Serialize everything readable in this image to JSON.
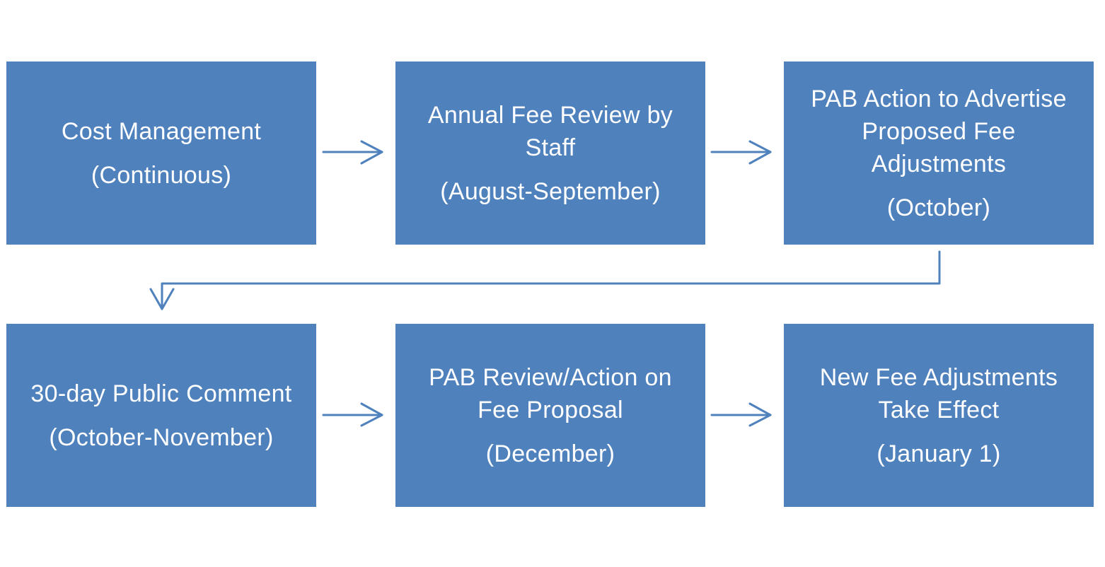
{
  "colors": {
    "box_fill": "#4f81bd",
    "box_text": "#ffffff",
    "arrow": "#4f81bd",
    "background": "#ffffff"
  },
  "steps": [
    {
      "title": "Cost Management",
      "period": "(Continuous)"
    },
    {
      "title": "Annual Fee Review by Staff",
      "period": "(August-September)"
    },
    {
      "title": "PAB Action to Advertise Proposed Fee Adjustments",
      "period": "(October)"
    },
    {
      "title": "30-day Public Comment",
      "period": "(October-November)"
    },
    {
      "title": "PAB Review/Action on Fee Proposal",
      "period": "(December)"
    },
    {
      "title": "New Fee Adjustments Take Effect",
      "period": "(January 1)"
    }
  ],
  "connectors": [
    {
      "from": "Cost Management",
      "to": "Annual Fee Review by Staff"
    },
    {
      "from": "Annual Fee Review by Staff",
      "to": "PAB Action to Advertise Proposed Fee Adjustments"
    },
    {
      "from": "PAB Action to Advertise Proposed Fee Adjustments",
      "to": "30-day Public Comment"
    },
    {
      "from": "30-day Public Comment",
      "to": "PAB Review/Action on Fee Proposal"
    },
    {
      "from": "PAB Review/Action on Fee Proposal",
      "to": "New Fee Adjustments Take Effect"
    }
  ]
}
